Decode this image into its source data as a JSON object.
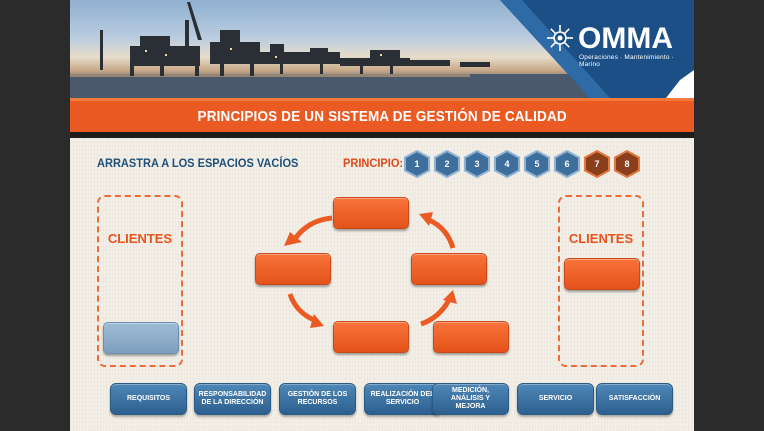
{
  "logo": {
    "name": "OMMA",
    "tagline": "Operaciones · Mantenimiento · Marino"
  },
  "title": "PRINCIPIOS DE UN SISTEMA DE GESTIÓN DE CALIDAD",
  "instruction": "ARRASTRA A LOS ESPACIOS VACÍOS",
  "principio_label": "PRINCIPIO:",
  "principles": [
    {
      "label": "1",
      "state": "blue"
    },
    {
      "label": "2",
      "state": "blue"
    },
    {
      "label": "3",
      "state": "blue"
    },
    {
      "label": "4",
      "state": "blue"
    },
    {
      "label": "5",
      "state": "blue"
    },
    {
      "label": "6",
      "state": "blue"
    },
    {
      "label": "7",
      "state": "brown"
    },
    {
      "label": "8",
      "state": "brown"
    }
  ],
  "clients_left": "CLIENTES",
  "clients_right": "CLIENTES",
  "options": [
    "REQUISITOS",
    "RESPONSABILIDAD DE LA DIRECCIÓN",
    "GESTIÓN DE LOS RECURSOS",
    "REALIZACIÓN DEL SERVICIO",
    "MEDICIÓN, ANÁLISIS Y MEJORA",
    "SERVICIO",
    "SATISFACCIÓN"
  ],
  "colors": {
    "accent": "#ec5a24",
    "blue": "#2c5f8e",
    "brown": "#8a3e1c",
    "hex_blue": "#3d6e9c"
  }
}
